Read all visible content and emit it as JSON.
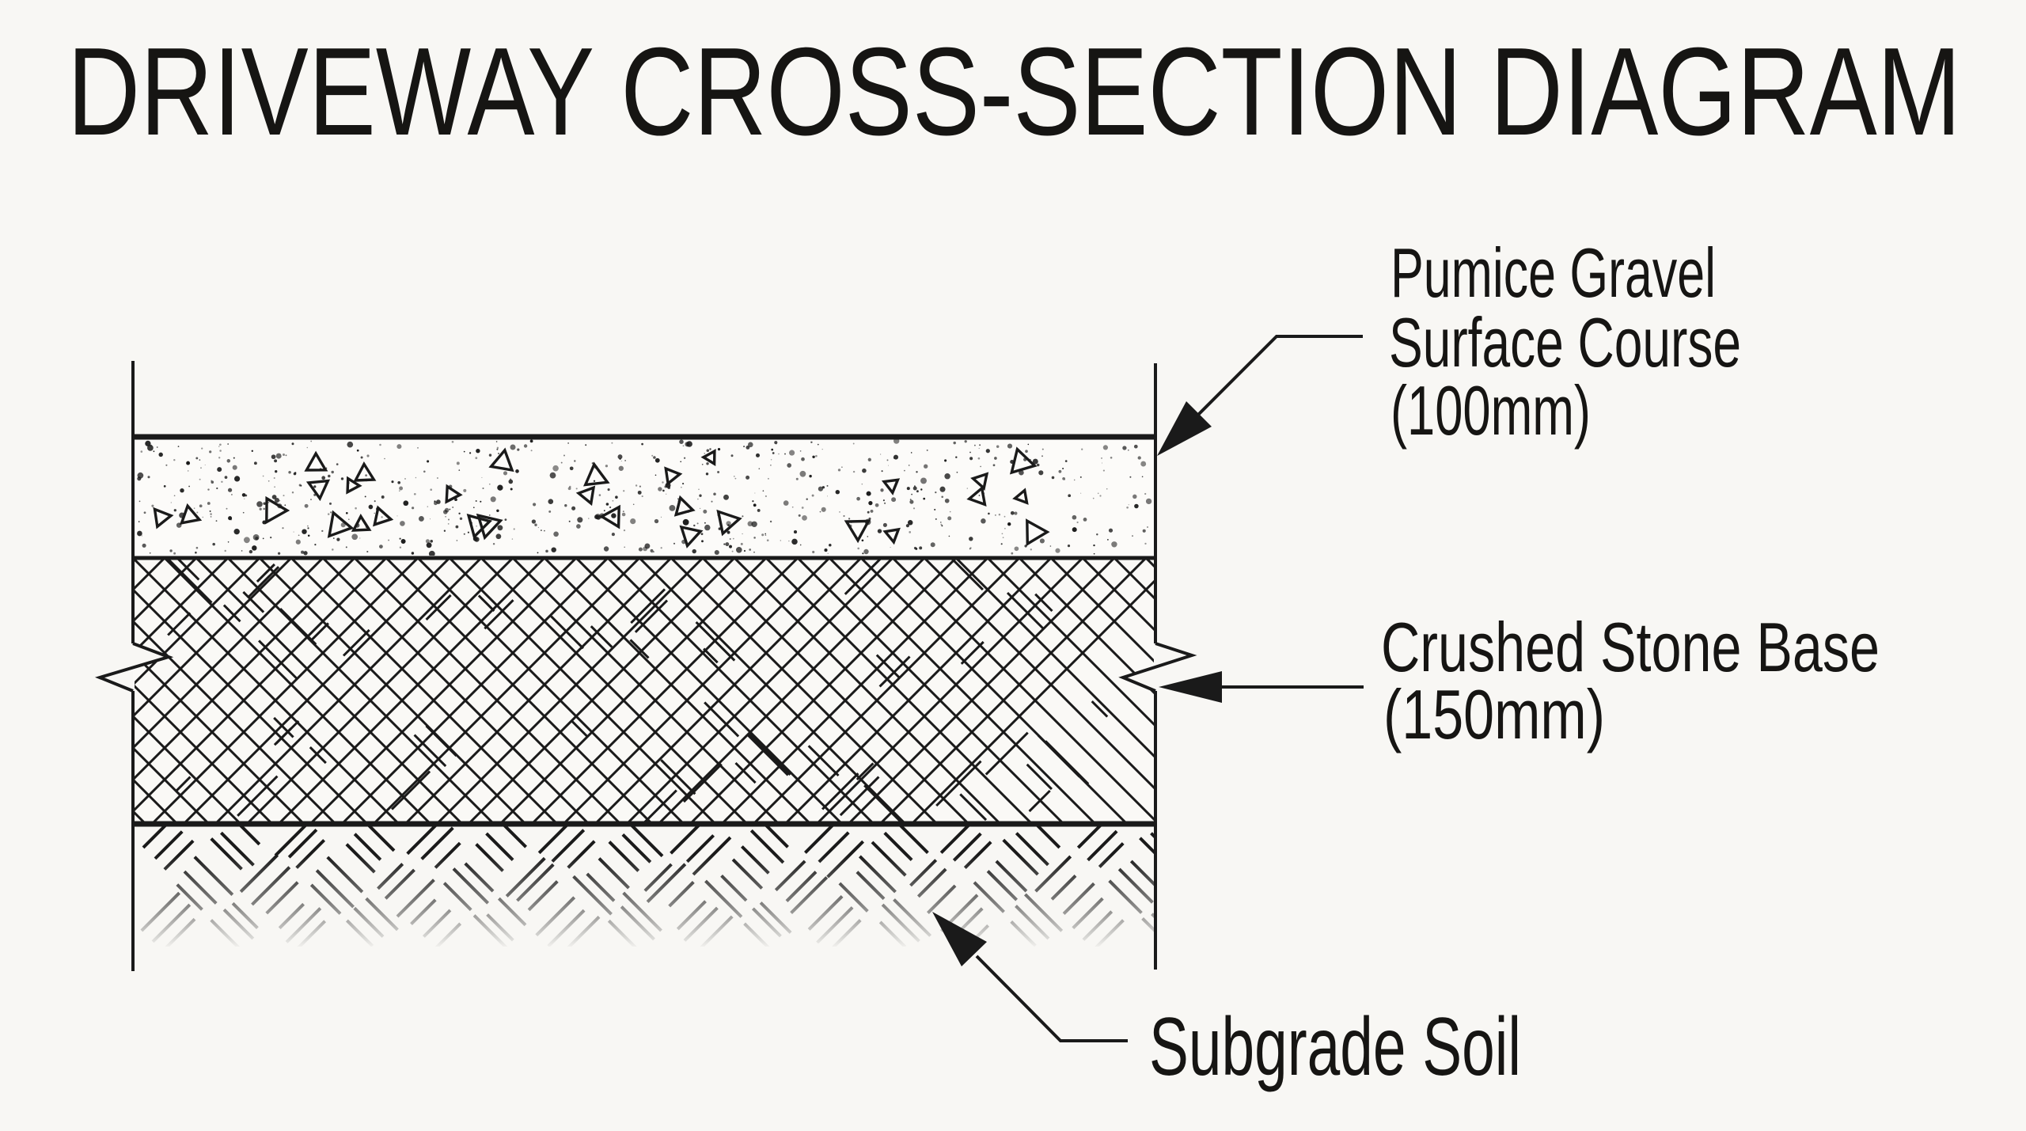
{
  "title": "DRIVEWAY CROSS-SECTION DIAGRAM",
  "colors": {
    "ink": "#1a1a1a",
    "background": "#f8f7f4",
    "surface_fill": "#fcfbf9"
  },
  "labels": {
    "surface": {
      "line1": "Pumice Gravel",
      "line2": "Surface Course",
      "line3": "(100mm)"
    },
    "base": {
      "line1": "Crushed Stone Base",
      "line2": "(150mm)"
    },
    "subgrade": {
      "line1": "Subgrade Soil"
    }
  },
  "layers": [
    {
      "name": "Pumice Gravel Surface Course",
      "thickness": "100mm",
      "pattern": "stipple-dots-and-triangles"
    },
    {
      "name": "Crushed Stone Base",
      "thickness": "150mm",
      "pattern": "diagonal-crosshatch"
    },
    {
      "name": "Subgrade Soil",
      "pattern": "herringbone-dashes"
    }
  ]
}
